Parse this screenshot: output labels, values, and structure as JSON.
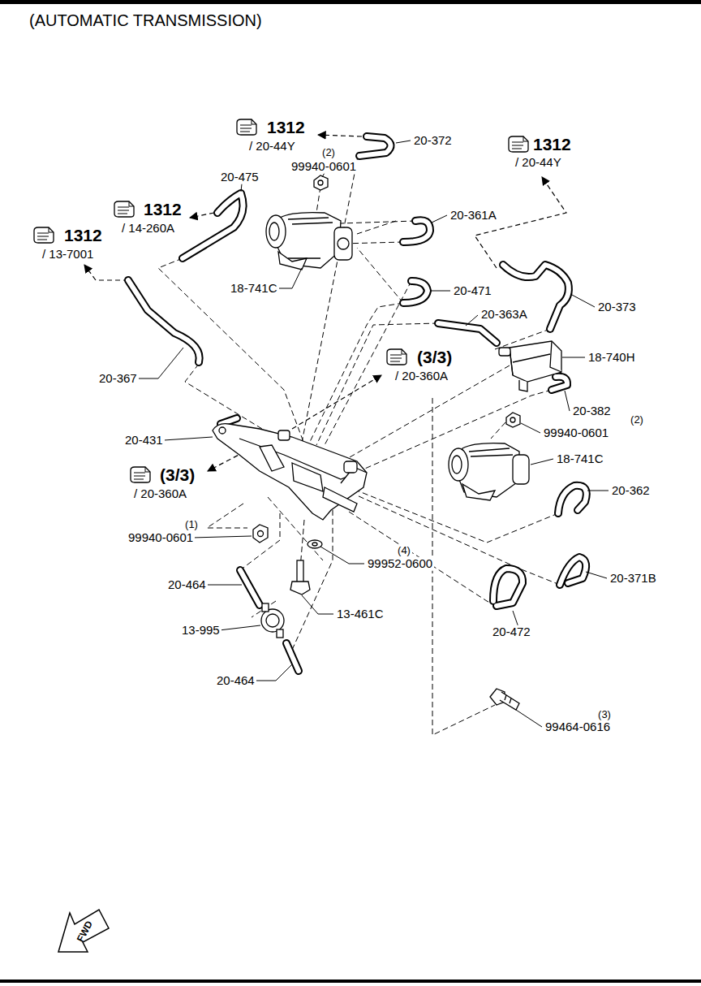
{
  "diagram": {
    "title": "(AUTOMATIC TRANSMISSION)",
    "labels": [
      "1312",
      "/ 20-44Y",
      "20-372",
      "(2)",
      "99940-0601",
      "1312",
      "/ 20-44Y",
      "20-475",
      "1312",
      "/ 14-260A",
      "20-361A",
      "1312",
      "/ 13-7001",
      "18-741C",
      "20-471",
      "20-363A",
      "20-373",
      "18-740H",
      "(3/3)",
      "/ 20-360A",
      "20-367",
      "20-382",
      "(2)",
      "99940-0601",
      "20-431",
      "18-741C",
      "(3/3)",
      "/ 20-360A",
      "20-362",
      "(1)",
      "99940-0601",
      "(4)",
      "99952-0600",
      "20-371B",
      "20-464",
      "13-461C",
      "13-995",
      "20-472",
      "20-464",
      "(3)",
      "99464-0616",
      "FWD"
    ]
  }
}
